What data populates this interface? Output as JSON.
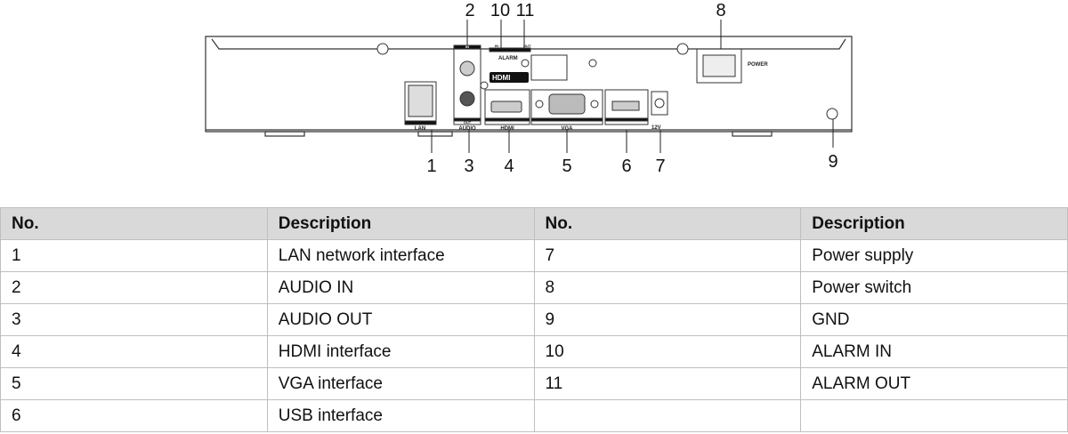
{
  "diagram": {
    "callouts": {
      "n1": "1",
      "n2": "2",
      "n3": "3",
      "n4": "4",
      "n5": "5",
      "n6": "6",
      "n7": "7",
      "n8": "8",
      "n9": "9",
      "n10": "10",
      "n11": "11"
    },
    "port_labels": {
      "lan": "LAN",
      "audio": "AUDIO",
      "audio_in": "IN",
      "audio_out": "OUT",
      "vga": "VGA",
      "power": "POWER",
      "alarm": "ALARM",
      "alarm_in": "IN",
      "alarm_out": "OUT",
      "hdmi": "HDMI",
      "v12": "12V"
    }
  },
  "table": {
    "headers": [
      "No.",
      "Description",
      "No.",
      "Description"
    ],
    "rows": [
      [
        "1",
        "LAN network interface",
        "7",
        "Power supply"
      ],
      [
        "2",
        "AUDIO IN",
        "8",
        "Power switch"
      ],
      [
        "3",
        "AUDIO OUT",
        "9",
        "GND"
      ],
      [
        "4",
        "HDMI interface",
        "10",
        "ALARM IN"
      ],
      [
        "5",
        "VGA interface",
        "11",
        "ALARM OUT"
      ],
      [
        "6",
        "USB interface",
        "",
        ""
      ]
    ]
  }
}
